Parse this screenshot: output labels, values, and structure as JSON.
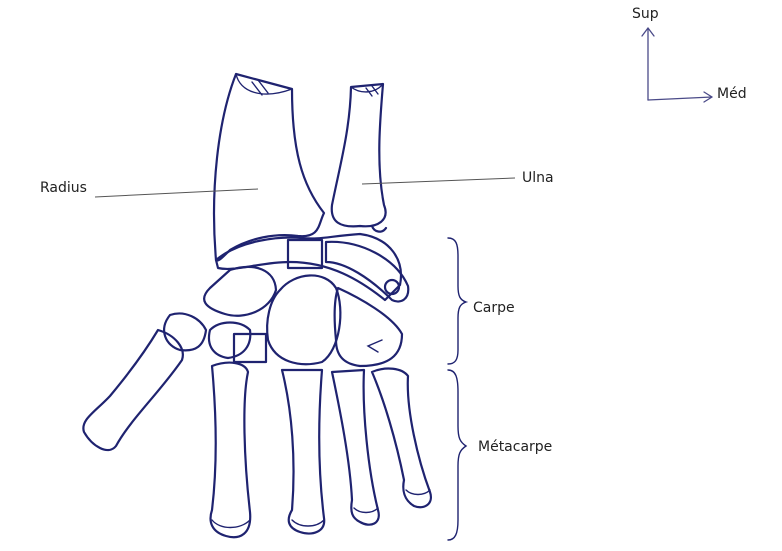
{
  "labels": {
    "radius": "Radius",
    "ulna": "Ulna",
    "carpe": "Carpe",
    "metacarpe": "Métacarpe"
  },
  "orientation": {
    "sup": "Sup",
    "med": "Méd"
  },
  "colors": {
    "stroke": "#1f2370",
    "text": "#222222",
    "leader": "#555555"
  }
}
